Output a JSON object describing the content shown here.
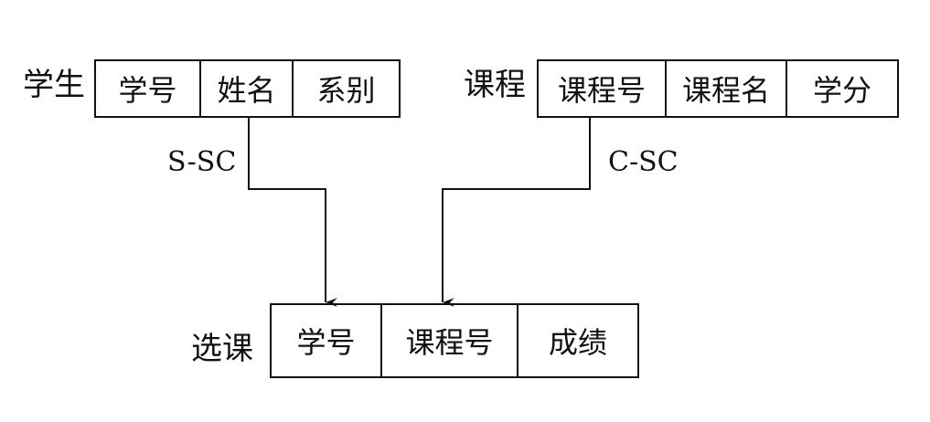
{
  "student": {
    "name": "学生",
    "columns": [
      "学号",
      "姓名",
      "系别"
    ]
  },
  "course": {
    "name": "课程",
    "columns": [
      "课程号",
      "课程名",
      "学分"
    ]
  },
  "enroll": {
    "name": "选课",
    "columns": [
      "学号",
      "课程号",
      "成绩"
    ]
  },
  "links": {
    "s_sc": "S-SC",
    "c_sc": "C-SC"
  },
  "colors": {
    "stroke": "#111111",
    "background": "#ffffff"
  }
}
